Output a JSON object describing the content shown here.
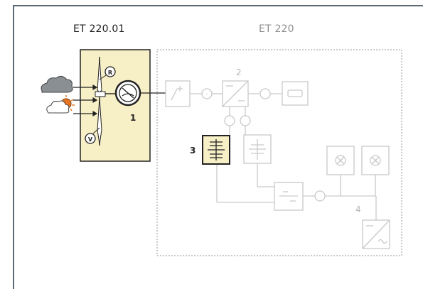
{
  "labels": {
    "main_unit": "ET 220.01",
    "system": "ET 220"
  },
  "callouts": {
    "n1": "1",
    "n2": "2",
    "n3": "3",
    "n4": "4"
  },
  "icon_letters": {
    "radiation": "R",
    "wind_speed": "V"
  },
  "colors": {
    "frame_border": "#5d6a74",
    "module_fill": "#f7efc6",
    "module_stroke": "#222222",
    "faded": "#c9c9c9"
  }
}
